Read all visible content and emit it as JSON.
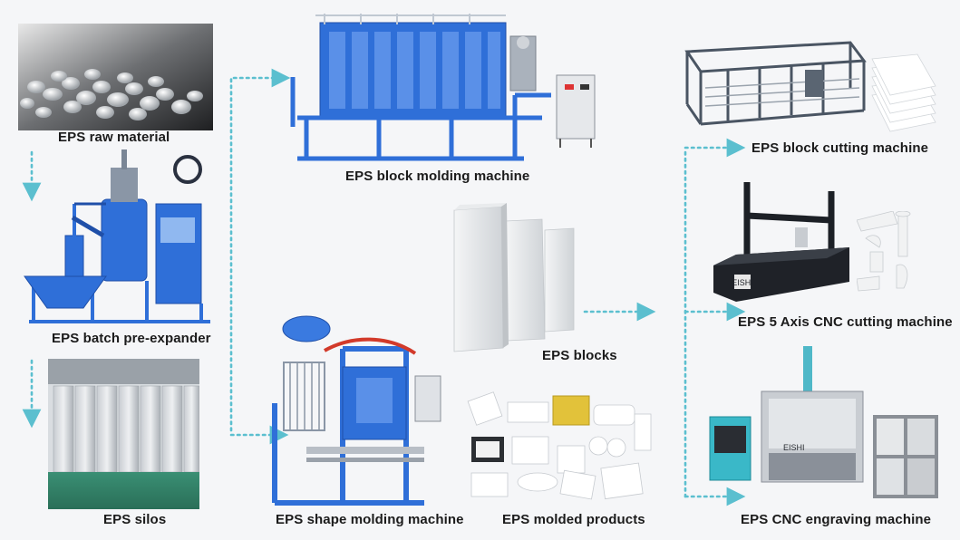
{
  "labels": {
    "raw_material": "EPS raw material",
    "pre_expander": "EPS batch pre-expander",
    "silos": "EPS silos",
    "block_molding": "EPS block molding machine",
    "blocks": "EPS blocks",
    "shape_molding": "EPS shape molding machine",
    "molded_products": "EPS molded products",
    "block_cutting": "EPS block cutting machine",
    "cnc_5axis": "EPS 5 Axis CNC cutting machine",
    "cnc_engraving": "EPS CNC engraving machine"
  },
  "machine_brand": {
    "cnc_5axis": "EISHI",
    "cnc_engraving": "EISHI"
  },
  "colors": {
    "arrow": "#5bbfcf",
    "machine_blue": "#2f6fd8",
    "foam_white": "#ffffff",
    "dark_frame": "#4a5563"
  }
}
